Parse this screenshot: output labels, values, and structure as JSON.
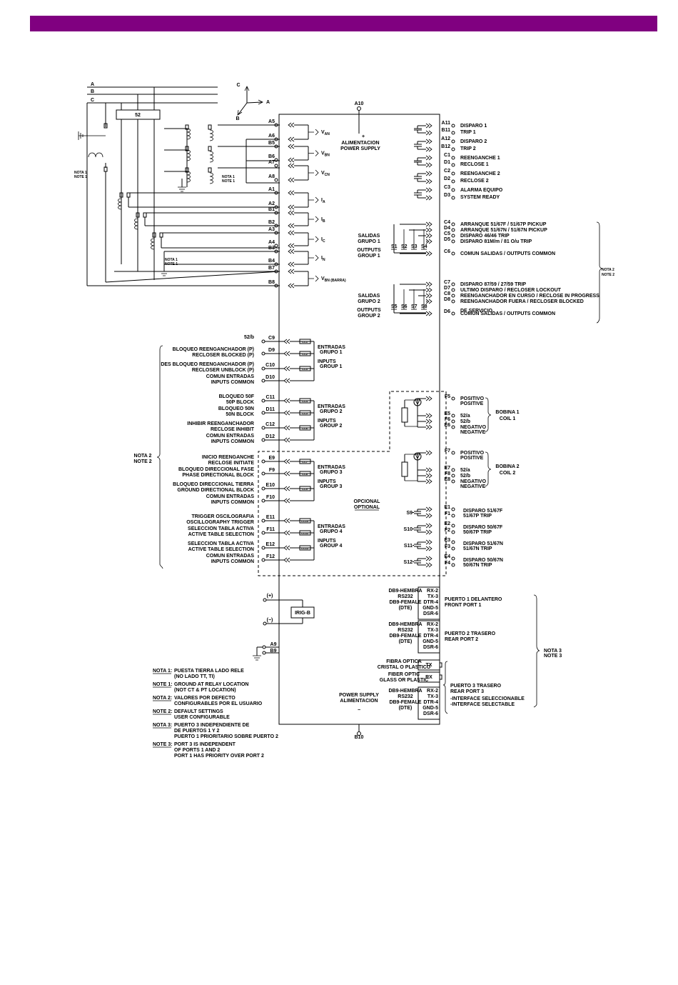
{
  "colors": {
    "header_bar": "#800080",
    "ink": "#000000",
    "background": "#ffffff"
  },
  "phases": [
    "A",
    "B",
    "C"
  ],
  "phasor": {
    "a": "A",
    "b": "B",
    "c": "C"
  },
  "breaker": "52",
  "supply": {
    "terminal_top": "A10",
    "plus": "+",
    "label_es": "ALIMENTACION",
    "label_en": "POWER SUPPLY",
    "terminal_bottom": "B10",
    "minus": "−",
    "bottom_en": "POWER SUPPLY",
    "bottom_es": "ALIMENTACION"
  },
  "notes_short": {
    "nota1": "NOTA 1",
    "note1": "NOTE 1",
    "nota2": "NOTA 2",
    "note2": "NOTE 2",
    "nota3": "NOTA 3",
    "note3": "NOTE 3"
  },
  "left_terminals": [
    {
      "t": "A5"
    },
    {
      "t": "A6"
    },
    {
      "t": "B5"
    },
    {
      "t": "B6"
    },
    {
      "t": "A7"
    },
    {
      "t": "A8"
    },
    {
      "t": "A1"
    },
    {
      "t": "A2"
    },
    {
      "t": "B1"
    },
    {
      "t": "B2"
    },
    {
      "t": "A3"
    },
    {
      "t": "A4"
    },
    {
      "t": "B3"
    },
    {
      "t": "B4"
    },
    {
      "t": "B7"
    },
    {
      "t": "B8"
    }
  ],
  "meas": [
    {
      "main": "V",
      "sub": "AN"
    },
    {
      "main": "V",
      "sub": "BN"
    },
    {
      "main": "V",
      "sub": "CN"
    },
    {
      "main": "I",
      "sub": "A"
    },
    {
      "main": "I",
      "sub": "B"
    },
    {
      "main": "I",
      "sub": "C"
    },
    {
      "main": "I",
      "sub": "N"
    },
    {
      "main": "V",
      "sub": "BN (BARRA)"
    }
  ],
  "right_outputs": [
    {
      "t1": "A11",
      "t2": "B11",
      "es": "DISPARO 1",
      "en": "TRIP 1"
    },
    {
      "t1": "A12",
      "t2": "B12",
      "es": "DISPARO 2",
      "en": "TRIP 2"
    },
    {
      "t1": "C1",
      "t2": "D1",
      "es": "REENGANCHE 1",
      "en": "RECLOSE 1"
    },
    {
      "t1": "C2",
      "t2": "D2",
      "es": "REENGANCHE 2",
      "en": "RECLOSE 2"
    },
    {
      "t1": "C3",
      "t2": "D3",
      "es": "ALARMA EQUIPO",
      "en": "SYSTEM READY"
    }
  ],
  "out_group1": {
    "title": [
      "SALIDAS",
      "GRUPO 1",
      "OUTPUTS",
      "GROUP 1"
    ],
    "switches": [
      "S1",
      "S2",
      "S3",
      "S4"
    ],
    "rows": [
      {
        "t": "C4",
        "l": "ARRANQUE 51/67F / 51/67P PICKUP"
      },
      {
        "t": "D4",
        "l": "ARRANQUE 51/67N / 51/67N PICKUP"
      },
      {
        "t": "C5",
        "l": "DISPARO  46/46 TRIP"
      },
      {
        "t": "D5",
        "l": "DISPARO  81M/m / 81 O/u TRIP"
      },
      {
        "t": "C6",
        "l": "COMUN SALIDAS / OUTPUTS COMMON"
      }
    ]
  },
  "out_group2": {
    "title": [
      "SALIDAS",
      "GRUPO 2",
      "OUTPUTS",
      "GROUP 2"
    ],
    "switches": [
      "S5",
      "S6",
      "S7",
      "S8"
    ],
    "rows": [
      {
        "t": "C7",
        "l": "DISPARO 87/59 / 27/59 TRIP"
      },
      {
        "t": "D7",
        "l": "ULTIMO DISPARO / RECLOSER LOCKOUT"
      },
      {
        "t": "C8",
        "l": "REENGANCHADOR EN CURSO / RECLOSE IN PROGRESS"
      },
      {
        "t": "D8",
        "l": "REENGANCHADOR FUERA / RECLOSER BLOCKED"
      },
      {
        "t": "D6",
        "l": "COMUN SALIDAS / OUTPUTS COMMON"
      }
    ],
    "extra": "DE SERVICIO"
  },
  "note2_right": [
    "NOTA 2",
    "NOTE 2"
  ],
  "input_groups": [
    {
      "title": [
        "ENTRADAS",
        "GRUPO 1",
        "INPUTS",
        "GROUP 1"
      ],
      "rows": [
        {
          "t": "C9",
          "l1": "52/b",
          "l2": "",
          "cc": "CC1"
        },
        {
          "t": "D9",
          "l1": "BLOQUEO REENGANCHADOR (P)",
          "l2": "RECLOSER BLOCKED (P)",
          "cc": "CC2"
        },
        {
          "t": "C10",
          "l1": "DES BLOQUEO REENGANCHADOR (P)",
          "l2": "RECLOSER UNBLOCK (P)",
          "cc": "CC3"
        },
        {
          "t": "D10",
          "l1": "COMUN ENTRADAS",
          "l2": "INPUTS COMMON",
          "cc": ""
        }
      ]
    },
    {
      "title": [
        "ENTRADAS",
        "GRUPO 2",
        "INPUTS",
        "GROUP 2"
      ],
      "rows": [
        {
          "t": "C11",
          "l1": "BLOQUEO 50F",
          "l2": "50P BLOCK",
          "cc": "CC4"
        },
        {
          "t": "D11",
          "l1": "BLOQUEO 50N",
          "l2": "50N BLOCK",
          "cc": "CC5"
        },
        {
          "t": "C12",
          "l1": "INHIBIR REENGANCHADOR",
          "l2": "RECLOSE INHIBIT",
          "cc": "CC6"
        },
        {
          "t": "D12",
          "l1": "COMUN ENTRADAS",
          "l2": "INPUTS COMMON",
          "cc": ""
        }
      ]
    },
    {
      "title": [
        "ENTRADAS",
        "GRUPO 3",
        "INPUTS",
        "GROUP 3"
      ],
      "rows": [
        {
          "t": "E9",
          "l1": "INICIO REENGANCHE",
          "l2": "RECLOSE INITIATE",
          "cc": "CC7"
        },
        {
          "t": "F9",
          "l1": "BLOQUEO DIRECCIONAL FASE",
          "l2": "PHASE DIRECTIONAL BLOCK",
          "cc": "CC8"
        },
        {
          "t": "E10",
          "l1": "BLOQUEO DIRECCIONAL TIERRA",
          "l2": "GROUND DIRECTIONAL BLOCK",
          "cc": "CC9"
        },
        {
          "t": "F10",
          "l1": "COMUN ENTRADAS",
          "l2": "INPUTS COMMON",
          "cc": ""
        }
      ]
    },
    {
      "title": [
        "ENTRADAS",
        "GRUPO 4",
        "INPUTS",
        "GROUP 4"
      ],
      "rows": [
        {
          "t": "E11",
          "l1": "TRIGGER OSCILOGRAFIA",
          "l2": "OSCILLOGRAPHY TRIGGER",
          "cc": "CC10"
        },
        {
          "t": "F11",
          "l1": "SELECCION TABLA ACTIVA",
          "l2": "ACTIVE TABLE SELECTION",
          "cc": "CC11"
        },
        {
          "t": "E12",
          "l1": "SELECCION TABLA ACTIVA",
          "l2": "ACTIVE TABLE SELECTION",
          "cc": "CC12"
        },
        {
          "t": "F12",
          "l1": "COMUN ENTRADAS",
          "l2": "INPUTS COMMON",
          "cc": ""
        }
      ]
    }
  ],
  "nota2_left": [
    "NOTA 2",
    "NOTE 2"
  ],
  "optional": [
    "OPCIONAL",
    "OPTIONAL"
  ],
  "coils": [
    {
      "rows": [
        {
          "t": "F5",
          "l": "POSITIVO"
        },
        {
          "t": "",
          "l": "POSITIVE"
        },
        {
          "t": "E5",
          "l": "52/a"
        },
        {
          "t": "F6",
          "l": "52/b"
        },
        {
          "t": "E6",
          "l": "NEGATIVO"
        },
        {
          "t": "",
          "l": "NEGATIVE"
        }
      ],
      "name": [
        "BOBINA 1",
        "COIL 1"
      ]
    },
    {
      "rows": [
        {
          "t": "F7",
          "l": "POSITIVO"
        },
        {
          "t": "",
          "l": "POSITIVE"
        },
        {
          "t": "E7",
          "l": "52/a"
        },
        {
          "t": "F8",
          "l": "52/b"
        },
        {
          "t": "E8",
          "l": "NEGATIVO"
        },
        {
          "t": "",
          "l": "NEGATIVE"
        }
      ],
      "name": [
        "BOBINA 2",
        "COIL 2"
      ]
    }
  ],
  "opt_outputs": [
    {
      "s": "S9",
      "t1": "E1",
      "t2": "F1",
      "es": "DISPARO 51/67F",
      "en": "51/67P TRIP"
    },
    {
      "s": "S10",
      "t1": "E2",
      "t2": "F2",
      "es": "DISPARO 50/67F",
      "en": "50/67P TRIP"
    },
    {
      "s": "S11",
      "t1": "E3",
      "t2": "F3",
      "es": "DISPARO 51/67N",
      "en": "51/67N TRIP"
    },
    {
      "s": "S12",
      "t1": "E4",
      "t2": "F4",
      "es": "DISPARO 50/67N",
      "en": "50/67N TRIP"
    }
  ],
  "irig": {
    "plus": "(+)",
    "minus": "(−)",
    "label": "IRIG-B",
    "t1": "A9",
    "t2": "B9"
  },
  "ports": {
    "pins": [
      "RX-2",
      "TX-3",
      "DTR-4",
      "GND-5",
      "DSR-6"
    ],
    "db9": [
      "DB9-HEMBRA",
      "RS232",
      "DB9-FEMALE",
      "(DTE)"
    ],
    "port1": [
      "PUERTO 1 DELANTERO",
      "FRONT PORT 1"
    ],
    "port2": [
      "PUERTO 2 TRASERO",
      "REAR PORT 2"
    ],
    "fiber1": [
      "FIBRA OPTICA",
      "CRISTAL O PLASTICO"
    ],
    "fiber2": [
      "FIBER OPTIC",
      "GLASS OR PLASTIC"
    ],
    "tx": "TX",
    "rx": "RX",
    "port3": [
      "PUERTO 3 TRASERO",
      "REAR PORT 3",
      "-INTERFACE SELECCIONABLE",
      "-INTERFACE SELECTABLE"
    ]
  },
  "notes": [
    {
      "k": "NOTA 1:",
      "lines": [
        "PUESTA TIERRA LADO RELE",
        "(NO LADO TT, TI)"
      ]
    },
    {
      "k": "NOTE 1:",
      "lines": [
        "GROUND AT RELAY LOCATION",
        "(NOT CT & PT LOCATION)"
      ]
    },
    {
      "k": "NOTA 2:",
      "lines": [
        "VALORES POR DEFECTO",
        "CONFIGURABLES POR EL USUARIO"
      ]
    },
    {
      "k": "NOTE 2:",
      "lines": [
        "DEFAULT SETTINGS",
        "USER CONFIGURABLE"
      ]
    },
    {
      "k": "NOTA 3:",
      "lines": [
        "PUERTO 3 INDEPENDIENTE DE",
        "DE PUERTOS 1 Y 2",
        "PUERTO 1 PRIORITARIO SOBRE PUERTO 2"
      ]
    },
    {
      "k": "NOTE 3:",
      "lines": [
        "PORT 3 IS INDEPENDENT",
        "OF PORTS 1 AND 2",
        "PORT 1 HAS PRIORITY OVER PORT 2"
      ]
    }
  ]
}
